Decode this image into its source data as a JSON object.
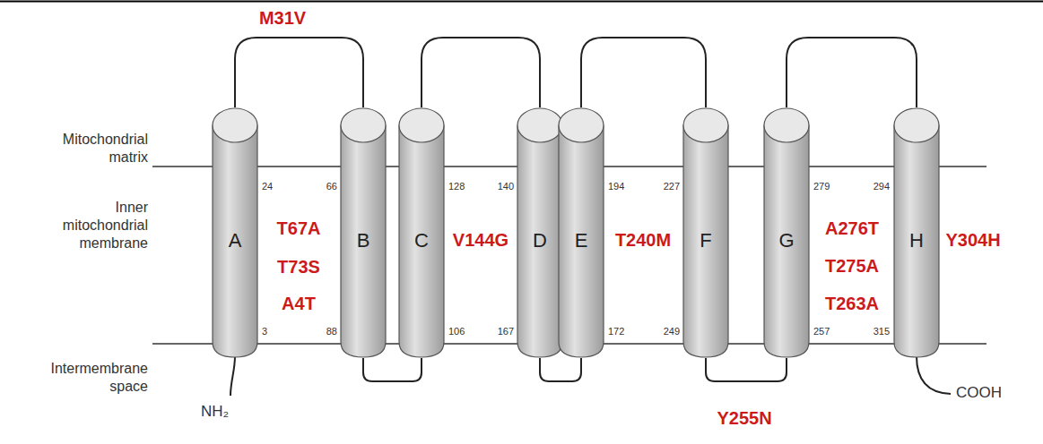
{
  "diagram": {
    "nodes": [
      {
        "text": [
          "A"
        ]
      },
      {
        "text": [
          "B"
        ]
      },
      {
        "text": [
          "C"
        ]
      },
      {
        "text": [
          "D"
        ]
      },
      {
        "text": [
          "E"
        ]
      },
      {
        "text": [
          "F"
        ]
      },
      {
        "text": [
          "G"
        ]
      },
      {
        "text": [
          "H"
        ]
      }
    ],
    "edges": [
      {
        "from": 0,
        "to": 1,
        "arrow": "none"
      },
      {
        "from": 1,
        "to": 2,
        "arrow": "none"
      },
      {
        "from": 2,
        "to": 3,
        "arrow": "none"
      },
      {
        "from": 3,
        "to": 4,
        "arrow": "none"
      },
      {
        "from": 4,
        "to": 5,
        "arrow": "none"
      },
      {
        "from": 5,
        "to": 6,
        "arrow": "none"
      },
      {
        "from": 6,
        "to": 7,
        "arrow": "none"
      }
    ],
    "labels": [
      "Mitochondrial matrix",
      "Inner mitochondrial membrane",
      "Intermembrane space",
      "NH₂",
      "COOH",
      "M31V",
      "24",
      "66",
      "128",
      "140",
      "194",
      "227",
      "279",
      "294",
      "3",
      "88",
      "106",
      "167",
      "172",
      "249",
      "257",
      "315",
      "T67A",
      "T73S",
      "A4T",
      "V144G",
      "T240M",
      "A276T",
      "T275A",
      "T263A",
      "Y304H",
      "Y255N"
    ]
  }
}
